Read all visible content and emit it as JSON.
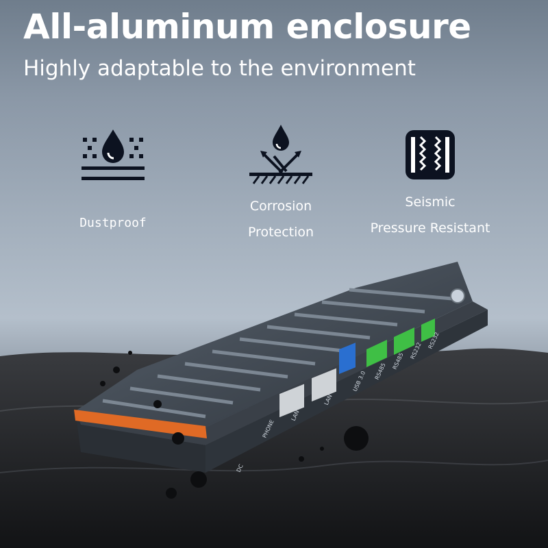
{
  "headline": "All-aluminum enclosure",
  "subheadline": "Highly adaptable to the environment",
  "features": [
    {
      "icon": "dustproof-icon",
      "label_lines": [
        "Dustproof"
      ]
    },
    {
      "icon": "corrosion-protection-icon",
      "label_lines": [
        "Corrosion",
        "Protection"
      ]
    },
    {
      "icon": "seismic-pressure-icon",
      "label_lines": [
        "Seismic",
        "Pressure Resistant"
      ]
    }
  ],
  "device_port_labels": [
    "PHONE",
    "LAN",
    "LAN",
    "USB 3.0",
    "RS485",
    "RS485",
    "RS232",
    "RS232",
    "DC"
  ],
  "colors": {
    "text": "#ffffff",
    "icon": "#0c1220",
    "accent_orange": "#e06a25",
    "terminal_green": "#3fbf45"
  }
}
